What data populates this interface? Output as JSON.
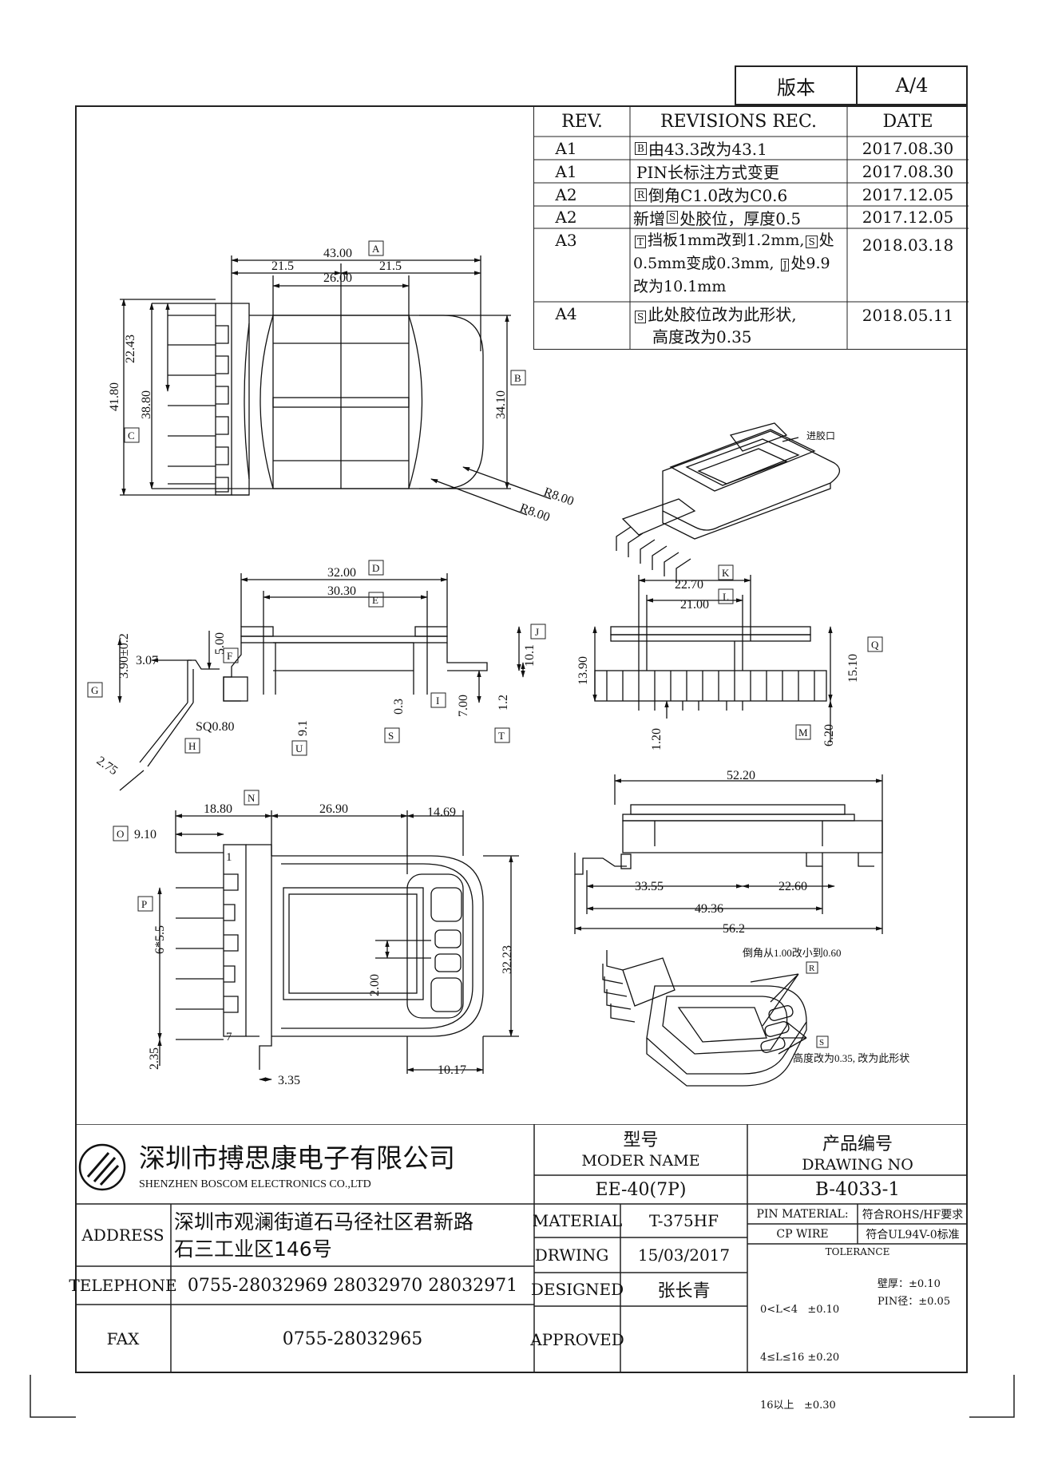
{
  "version_box": {
    "label": "版本",
    "value": "A/4"
  },
  "revisions": {
    "headers": {
      "rev": "REV.",
      "rec": "REVISIONS REC.",
      "date": "DATE"
    },
    "rows": [
      {
        "rev": "A1",
        "tag": "B",
        "text": "由43.3改为43.1",
        "date": "2017.08.30"
      },
      {
        "rev": "A1",
        "tag": "",
        "text": "PIN长标注方式变更",
        "date": "2017.08.30"
      },
      {
        "rev": "A2",
        "tag": "R",
        "text": "倒角C1.0改为C0.6",
        "date": "2017.12.05"
      },
      {
        "rev": "A2",
        "pre": "新增",
        "tag": "S",
        "text": "处胶位，厚度0.5",
        "date": "2017.12.05"
      },
      {
        "rev": "A3",
        "tag": "T",
        "text": "挡板1mm改到1.2mm,",
        "tag2": "S",
        "text2": "处",
        "line2": "0.5mm变成0.3mm,",
        "tag3": "J",
        "text3": "处9.9",
        "line3": "改为10.1mm",
        "date": "2018.03.18"
      },
      {
        "rev": "A4",
        "tag": "S",
        "text": "此处胶位改为此形状,",
        "line2": "高度改为0.35",
        "date": "2018.05.11"
      }
    ]
  },
  "drawing": {
    "top_view": {
      "dims": [
        "43.00",
        "21.5",
        "26.00",
        "21.5",
        "22.43",
        "41.80",
        "38.80",
        "34.10",
        "R8.00",
        "R8.00"
      ],
      "tags": [
        "A",
        "B",
        "C"
      ]
    },
    "iso_top_label": "进胶口",
    "side_view_left": {
      "dims": [
        "32.00",
        "30.30",
        "3.90±0.2",
        "3.07",
        "5.00",
        "10.1",
        "9.1",
        "0.3",
        "7.00",
        "1.2",
        "SQ0.80",
        "2.75"
      ],
      "tags": [
        "D",
        "E",
        "F",
        "G",
        "H",
        "I",
        "J",
        "S",
        "T",
        "U"
      ]
    },
    "side_view_right": {
      "dims": [
        "22.70",
        "21.00",
        "13.90",
        "15.10",
        "1.20",
        "6.20"
      ],
      "tags": [
        "K",
        "L",
        "M",
        "Q"
      ]
    },
    "bottom_view": {
      "dims": [
        "18.80",
        "26.90",
        "14.69",
        "9.10",
        "6*5.5",
        "2.00",
        "32.23",
        "2.35",
        "3.35",
        "10.17"
      ],
      "tags": [
        "N",
        "O",
        "P"
      ],
      "pins": [
        "1",
        "7"
      ]
    },
    "side_view_long": {
      "dims": [
        "52.20",
        "33.55",
        "22.60",
        "49.36",
        "56.2"
      ]
    },
    "iso_bottom": {
      "note1": "倒角从1.00改小到0.60",
      "tag1": "R",
      "tag2": "S",
      "note2": "高度改为0.35, 改为此形状"
    }
  },
  "title_block": {
    "company_cn": "深圳市搏思康电子有限公司",
    "company_en": "SHENZHEN BOSCOM ELECTRONICS CO.,LTD",
    "address_label": "ADDRESS",
    "address_line1": "深圳市观澜街道石马径社区君新路",
    "address_line2": "石三工业区146号",
    "telephone_label": "TELEPHONE",
    "telephone": "0755-28032969 28032970 28032971",
    "fax_label": "FAX",
    "fax": "0755-28032965",
    "model_cn": "型号",
    "model_en": "MODER NAME",
    "model_value": "EE-40(7P)",
    "drawing_no_cn": "产品编号",
    "drawing_no_en": "DRAWING NO",
    "drawing_no_value": "B-4033-1",
    "material_label": "MATERIAL",
    "material_value": "T-375HF",
    "drwing_label": "DRWING",
    "drwing_value": "15/03/2017",
    "designed_label": "DESIGNED",
    "designed_value": "张长青",
    "approved_label": "APPROVED",
    "approved_value": "",
    "pin_material_label": "PIN MATERIAL:",
    "pin_material_value": "CP WIRE",
    "rohs": "符合ROHS/HF要求",
    "ul": "符合UL94V-0标准",
    "tolerance_label": "TOLERANCE",
    "tol1": "0<L<4   ±0.10",
    "tol2": "4≤L≤16 ±0.20",
    "tol3": "16以上   ±0.30",
    "wall_label": "壁厚：",
    "wall_value": "±0.10",
    "pin_label": "PIN径：",
    "pin_value": "±0.05"
  }
}
